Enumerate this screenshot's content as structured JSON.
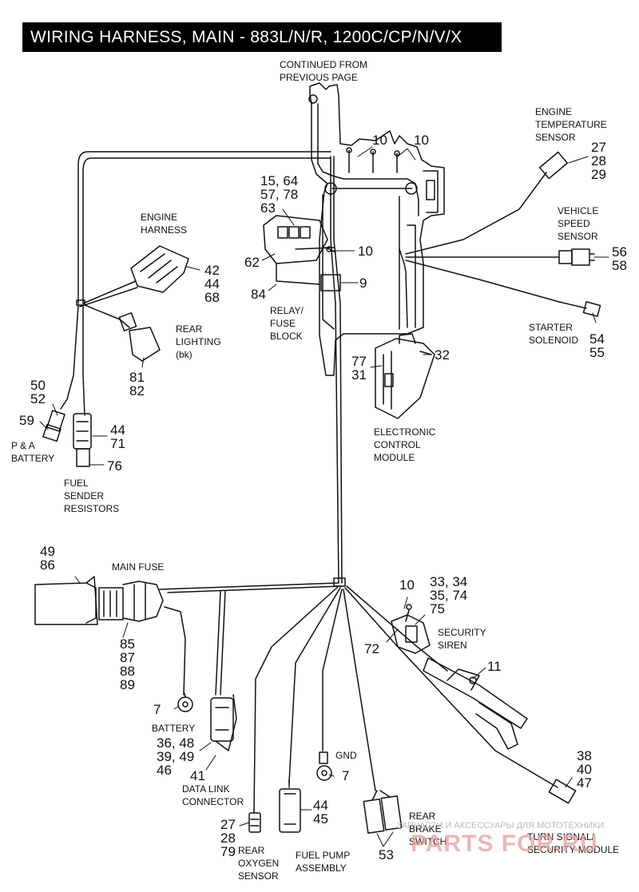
{
  "title": "WIRING HARNESS, MAIN - 883L/N/R, 1200C/CP/N/V/X",
  "labels": {
    "continued": "CONTINUED FROM\nPREVIOUS PAGE",
    "engine_temp": "ENGINE\nTEMPERATURE\nSENSOR",
    "engine_harness": "ENGINE\nHARNESS",
    "vehicle_speed": "VEHICLE\nSPEED\nSENSOR",
    "rear_lighting": "REAR\nLIGHTING\n(bk)",
    "relay_fuse": "RELAY/\nFUSE\nBLOCK",
    "starter": "STARTER\nSOLENOID",
    "pa_battery": "P & A\nBATTERY",
    "ecm": "ELECTRONIC\nCONTROL\nMODULE",
    "fuel_sender": "FUEL\nSENDER\nRESISTORS",
    "main_fuse": "MAIN FUSE",
    "security_siren": "SECURITY\nSIREN",
    "battery": "BATTERY",
    "gnd": "GND",
    "data_link": "DATA LINK\nCONNECTOR",
    "rear_brake": "REAR\nBRAKE\nSWITCH",
    "turn_signal": "TURN SIGNAL/\nSECURITY MODULE",
    "rear_oxygen": "REAR\nOXYGEN\nSENSOR",
    "fuel_pump": "FUEL PUMP\nASSEMBLY"
  },
  "callouts": {
    "c10a": "10",
    "c10b": "10",
    "c27_29": "27\n28\n29",
    "c15_63": "15, 64\n57, 78\n63",
    "c10c": "10",
    "c62": "62",
    "c9": "9",
    "c84": "84",
    "c42_68": "42\n44\n68",
    "c56_58": "56\n58",
    "c54_55": "54\n55",
    "c32": "32",
    "c77_31": "77\n31",
    "c81_82": "81\n82",
    "c50_52": "50\n52",
    "c59": "59",
    "c44_71": "44\n71",
    "c76": "76",
    "c49_86": "49\n86",
    "c85_89": "85\n87\n88\n89",
    "c10d": "10",
    "c33_75": "33, 34\n35, 74\n75",
    "c72": "72",
    "c11": "11",
    "c7a": "7",
    "c36_46": "36, 48\n39, 49\n46",
    "c41": "41",
    "c7b": "7",
    "c38_47": "38\n40\n47",
    "c44_45": "44\n45",
    "c27_79": "27\n28\n79",
    "c53": "53"
  },
  "watermark": {
    "text": "ЗАПЧАСТИ И АКСЕССУАРЫ ДЛЯ МОТОТЕХНИКИ",
    "logo": "PARTS FOR.RU"
  }
}
